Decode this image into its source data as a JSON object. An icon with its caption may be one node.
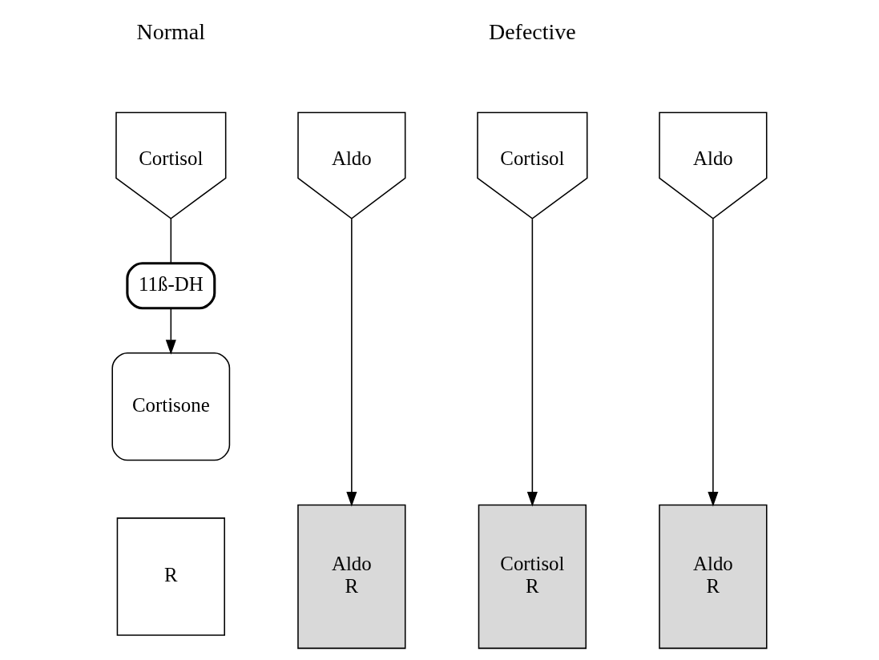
{
  "diagram": {
    "nodes": [
      {
        "text": [
          "Cortisol"
        ]
      },
      {
        "text": [
          "11ß-DH"
        ]
      },
      {
        "text": [
          "Cortisone"
        ]
      },
      {
        "text": [
          "R"
        ]
      },
      {
        "text": [
          "Aldo"
        ]
      },
      {
        "text": [
          "Aldo",
          "R"
        ]
      },
      {
        "text": [
          "Cortisol"
        ]
      },
      {
        "text": [
          "Aldo"
        ]
      },
      {
        "text": [
          "Cortisol",
          "R"
        ]
      },
      {
        "text": [
          "Aldo",
          "R"
        ]
      }
    ],
    "edges": [
      {
        "from": 0,
        "to": 1,
        "arrow": "none"
      },
      {
        "from": 1,
        "to": 2,
        "arrow": "to"
      },
      {
        "from": 4,
        "to": 5,
        "arrow": "to"
      },
      {
        "from": 6,
        "to": 8,
        "arrow": "to"
      },
      {
        "from": 7,
        "to": 9,
        "arrow": "to"
      }
    ],
    "labels": [
      "Normal",
      "Defective"
    ]
  }
}
